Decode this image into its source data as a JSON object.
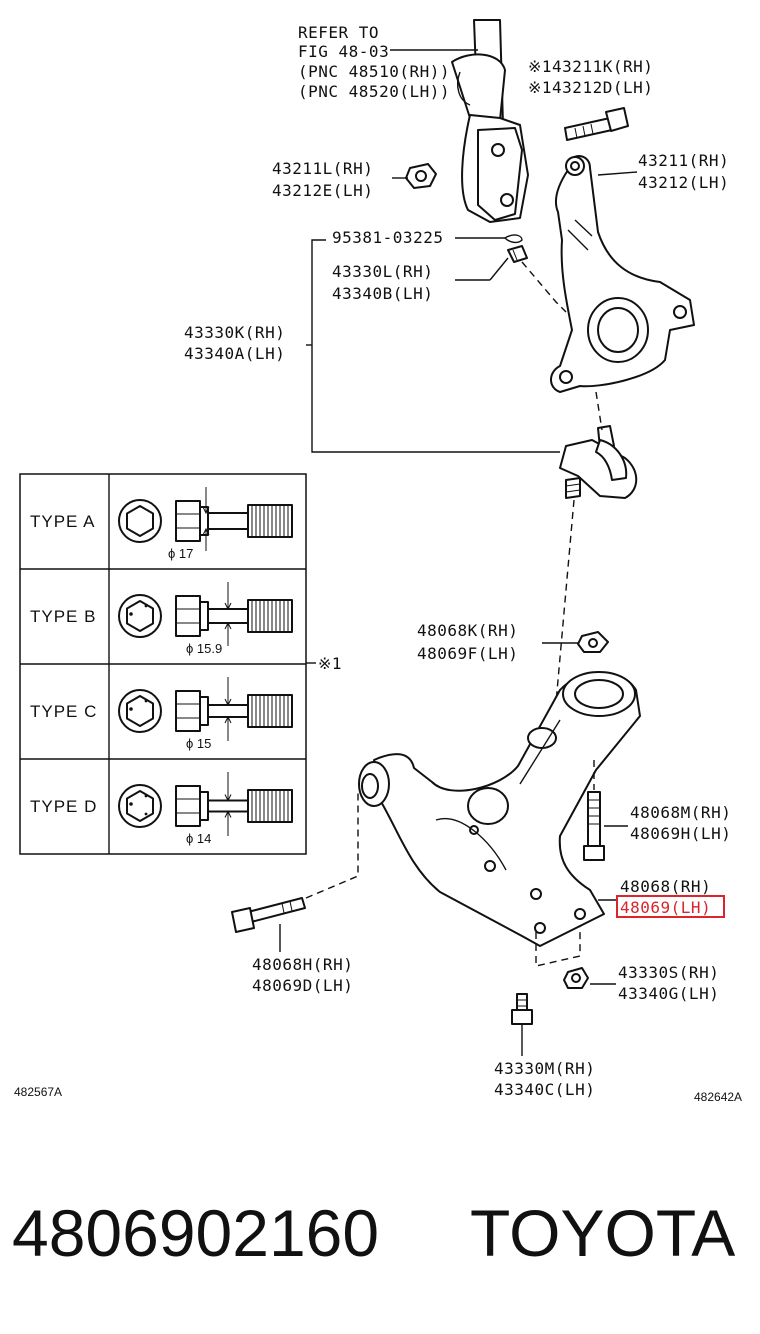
{
  "diagram": {
    "callouts": {
      "refer_1": "REFER TO",
      "refer_2": "FIG 48-03",
      "refer_3": "(PNC 48510(RH))",
      "refer_4": "(PNC 48520(LH))",
      "pn_43211k": "※143211K(RH)",
      "pn_43212d": "※143212D(LH)",
      "pn_43211l": "43211L(RH)",
      "pn_43212e": "43212E(LH)",
      "pn_43211": "43211(RH)",
      "pn_43212": "43212(LH)",
      "pn_95381": "95381-03225",
      "pn_43330l": "43330L(RH)",
      "pn_43340b": "43340B(LH)",
      "pn_43330k": "43330K(RH)",
      "pn_43340a": "43340A(LH)",
      "pn_48068k": "48068K(RH)",
      "pn_48069f": "48069F(LH)",
      "note_1": "※1",
      "pn_48068m": "48068M(RH)",
      "pn_48069h": "48069H(LH)",
      "pn_48068": "48068(RH)",
      "pn_48069": "48069(LH)",
      "pn_48068h": "48068H(RH)",
      "pn_48069d": "48069D(LH)",
      "pn_43330s": "43330S(RH)",
      "pn_43340g": "43340G(LH)",
      "pn_43330m": "43330M(RH)",
      "pn_43340c": "43340C(LH)",
      "fig_left": "482567A",
      "fig_right": "482642A"
    },
    "bolt_types": [
      {
        "label": "TYPE A",
        "dia": "ϕ 17"
      },
      {
        "label": "TYPE B",
        "dia": "ϕ 15.9"
      },
      {
        "label": "TYPE C",
        "dia": "ϕ 15"
      },
      {
        "label": "TYPE D",
        "dia": "ϕ 14"
      }
    ],
    "highlight_color": "#d8262c"
  },
  "footer": {
    "part_number": "4806902160",
    "brand": "TOYOTA"
  }
}
